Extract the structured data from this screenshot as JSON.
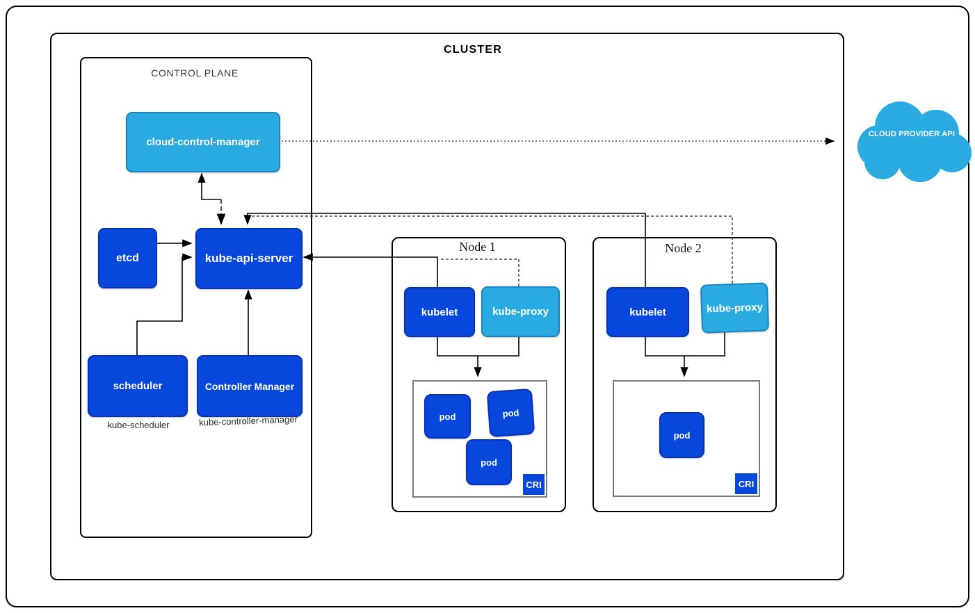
{
  "diagram": {
    "title": "CLUSTER",
    "control_plane": {
      "label": "CONTROL PLANE",
      "cloud_control_manager_label": "cloud-control-manager",
      "etcd_label": "etcd",
      "kube_api_server_label": "kube-api-server",
      "scheduler_label": "scheduler",
      "scheduler_caption": "kube-scheduler",
      "controller_manager_label": "Controller Manager",
      "controller_manager_caption": "kube-controller-manager"
    },
    "nodes": [
      {
        "title": "Node 1",
        "kubelet_label": "kubelet",
        "kube_proxy_label": "kube-proxy",
        "pod_labels": [
          "pod",
          "pod",
          "pod"
        ],
        "cri_label": "CRI"
      },
      {
        "title": "Node 2",
        "kubelet_label": "kubelet",
        "kube_proxy_label": "kube-proxy",
        "pod_labels": [
          "pod"
        ],
        "cri_label": "CRI"
      }
    ],
    "external": {
      "cloud_provider_api_label": "CLOUD PROVIDER API"
    }
  },
  "colors": {
    "primary_blue": "#0847DC",
    "primary_blue_border": "#0733B2",
    "light_blue": "#29ABE2",
    "light_blue_border": "#1B84BE",
    "outline_black": "#000000",
    "pods_container_border": "#7a7a7a"
  }
}
